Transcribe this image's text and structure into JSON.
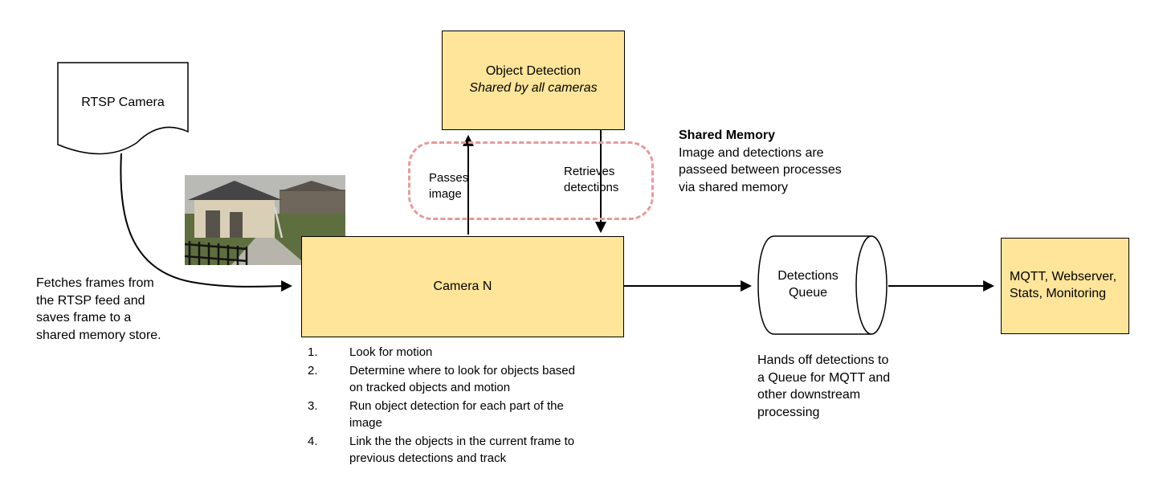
{
  "colors": {
    "box_fill": "#ffe599",
    "box_border": "#000000",
    "shared_memory_dash": "#ea9999",
    "line": "#000000"
  },
  "rtsp_camera": {
    "label": "RTSP Camera"
  },
  "fetch_note": "Fetches frames from the RTSP feed and saves frame to a shared memory store.",
  "object_detection": {
    "title": "Object Detection",
    "subtitle": "Shared by all cameras"
  },
  "shared_memory": {
    "title": "Shared Memory",
    "body": "Image and detections are passeed between processes via shared memory"
  },
  "flow_labels": {
    "passes_image": "Passes image",
    "retrieves_detections": "Retrieves detections"
  },
  "camera_n": {
    "label": "Camera N"
  },
  "camera_steps": [
    {
      "num": "1.",
      "text": "Look for motion"
    },
    {
      "num": "2.",
      "text": "Determine where to look for objects based on tracked objects and motion"
    },
    {
      "num": "3.",
      "text": "Run object detection for each part of the image"
    },
    {
      "num": "4.",
      "text": "Link the the objects in the current frame to previous detections and track"
    }
  ],
  "detections_queue": {
    "label": "Detections Queue",
    "note": "Hands off detections to a Queue for MQTT and other downstream processing"
  },
  "outputs": {
    "label": "MQTT, Webserver, Stats, Monitoring"
  }
}
